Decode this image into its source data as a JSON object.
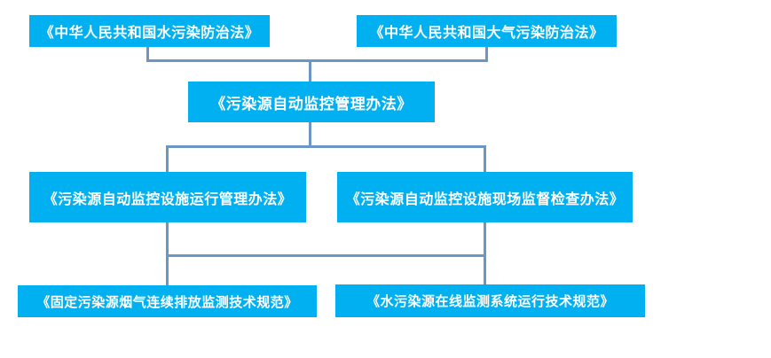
{
  "diagram": {
    "type": "flowchart",
    "description": "Hierarchy of Chinese pollution-source automatic monitoring laws and regulations",
    "colors": {
      "node_fill": "#00b0f0",
      "node_text": "#ffffff",
      "connector": "#6e96c5",
      "background": "#ffffff"
    },
    "nodes": [
      {
        "id": "water-law",
        "level": 1,
        "label": "《中华人民共和国水污染防治法》"
      },
      {
        "id": "air-law",
        "level": 1,
        "label": "《中华人民共和国大气污染防治法》"
      },
      {
        "id": "measures",
        "level": 2,
        "label": "《污染源自动监控管理办法》"
      },
      {
        "id": "ops",
        "level": 3,
        "label": "《污染源自动监控设施运行管理办法》"
      },
      {
        "id": "inspection",
        "level": 3,
        "label": "《污染源自动监控设施现场监督检查办法》"
      },
      {
        "id": "cems",
        "level": 4,
        "label": "《固定污染源烟气连续排放监测技术规范》"
      },
      {
        "id": "water-online",
        "level": 4,
        "label": "《水污染源在线监测系统运行技术规范》"
      }
    ],
    "edges": [
      {
        "from": "water-law",
        "to": "measures"
      },
      {
        "from": "air-law",
        "to": "measures"
      },
      {
        "from": "measures",
        "to": "ops"
      },
      {
        "from": "measures",
        "to": "inspection"
      },
      {
        "from": "ops",
        "to": "cems"
      },
      {
        "from": "inspection",
        "to": "water-online"
      }
    ]
  }
}
